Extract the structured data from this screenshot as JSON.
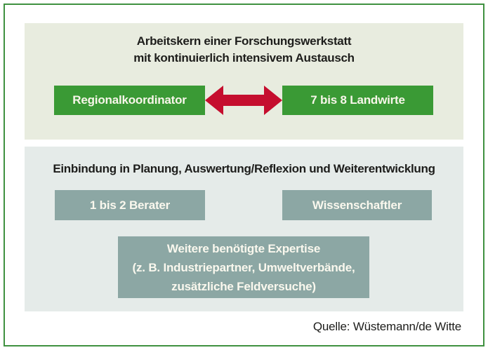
{
  "frame": {
    "border_color": "#3f9140"
  },
  "workshop_panel": {
    "background": "#e8ecdf",
    "title_line1": "Arbeitskern einer Forschungswerkstatt",
    "title_line2": "mit kontinuierlich intensivem Austausch",
    "coordinator_box": {
      "label": "Regionalkoordinator",
      "color": "#3a9a35"
    },
    "farmers_box": {
      "label": "7 bis 8 Landwirte",
      "color": "#3a9a35"
    },
    "exchange_arrow": {
      "icon": "double-headed-arrow-icon",
      "color": "#c50e2e"
    }
  },
  "integration_panel": {
    "background": "#e5ebe9",
    "title": "Einbindung in Planung, Auswertung/Reflexion und Weiterentwicklung",
    "box_color": "#8ca7a4",
    "advisors_box": {
      "label": "1 bis 2 Berater"
    },
    "scientists_box": {
      "label": "Wissenschaftler"
    },
    "expertise_box": {
      "line1": "Weitere benötigte Expertise",
      "line2": "(z. B. Industriepartner, Umweltverbände,",
      "line3": "zusätzliche Feldversuche)"
    }
  },
  "footer": {
    "source": "Quelle: Wüstemann/de Witte"
  }
}
